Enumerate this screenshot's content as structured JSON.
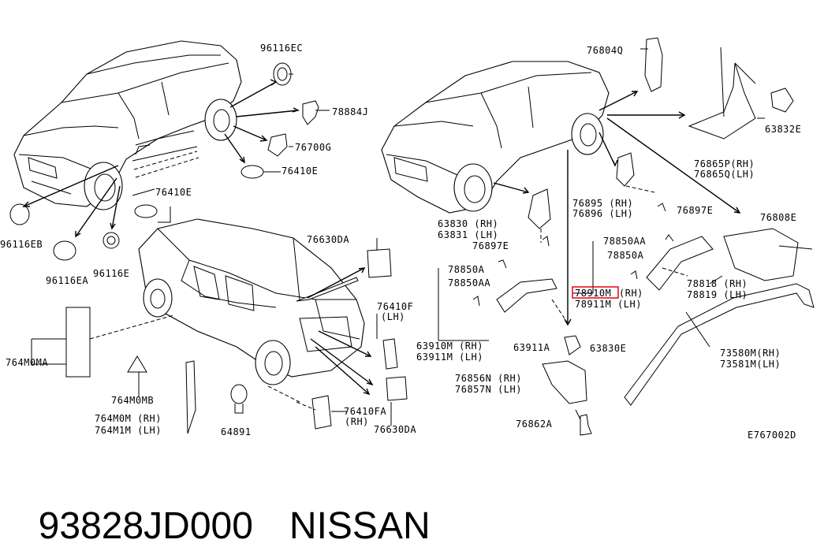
{
  "diagram_code": "E767002D",
  "caption": {
    "part_number": "93828JD000",
    "brand": "NISSAN"
  },
  "highlight_color": "#e8000b",
  "labels": {
    "l96116EC": "96116EC",
    "l78884J": "78884J",
    "l76700G": "76700G",
    "l76410E_a": "76410E",
    "l76410E_b": "76410E",
    "l96116EB": "96116EB",
    "l96116EA": "96116EA",
    "l96116E": "96116E",
    "l76630DA_a": "76630DA",
    "l76410F": "76410F",
    "l76410F_lh": "(LH)",
    "l764M0MA": "764M0MA",
    "l764M0MB": "764M0MB",
    "l764M0M": "764M0M (RH)",
    "l764M1M": "764M1M (LH)",
    "l64891": "64891",
    "l76410FA": "76410FA",
    "l76410FA_rh": "(RH)",
    "l76630DA_b": "76630DA",
    "l76804Q": "76804Q",
    "l63832E": "63832E",
    "l76865P": "76865P(RH)",
    "l76865Q": "76865Q(LH)",
    "l76895": "76895 (RH)",
    "l76896": "76896 (LH)",
    "l76897E_a": "76897E",
    "l63830": "63830 (RH)",
    "l63831": "63831 (LH)",
    "l76897E_b": "76897E",
    "l76808E": "76808E",
    "l78850AA_a": "78850AA",
    "l78850A_a": "78850A",
    "l78850A_b": "78850A",
    "l78850AA_b": "78850AA",
    "l78910M": "78910M",
    "l78910M_rh": "(RH)",
    "l78911M": "78911M (LH)",
    "l78818": "78818 (RH)",
    "l78819": "78819 (LH)",
    "l63910M": "63910M (RH)",
    "l63911M": "63911M (LH)",
    "l63911A": "63911A",
    "l63830E": "63830E",
    "l73580M": "73580M(RH)",
    "l73581M": "73581M(LH)",
    "l76856N": "76856N (RH)",
    "l76857N": "76857N (LH)",
    "l76862A": "76862A"
  }
}
